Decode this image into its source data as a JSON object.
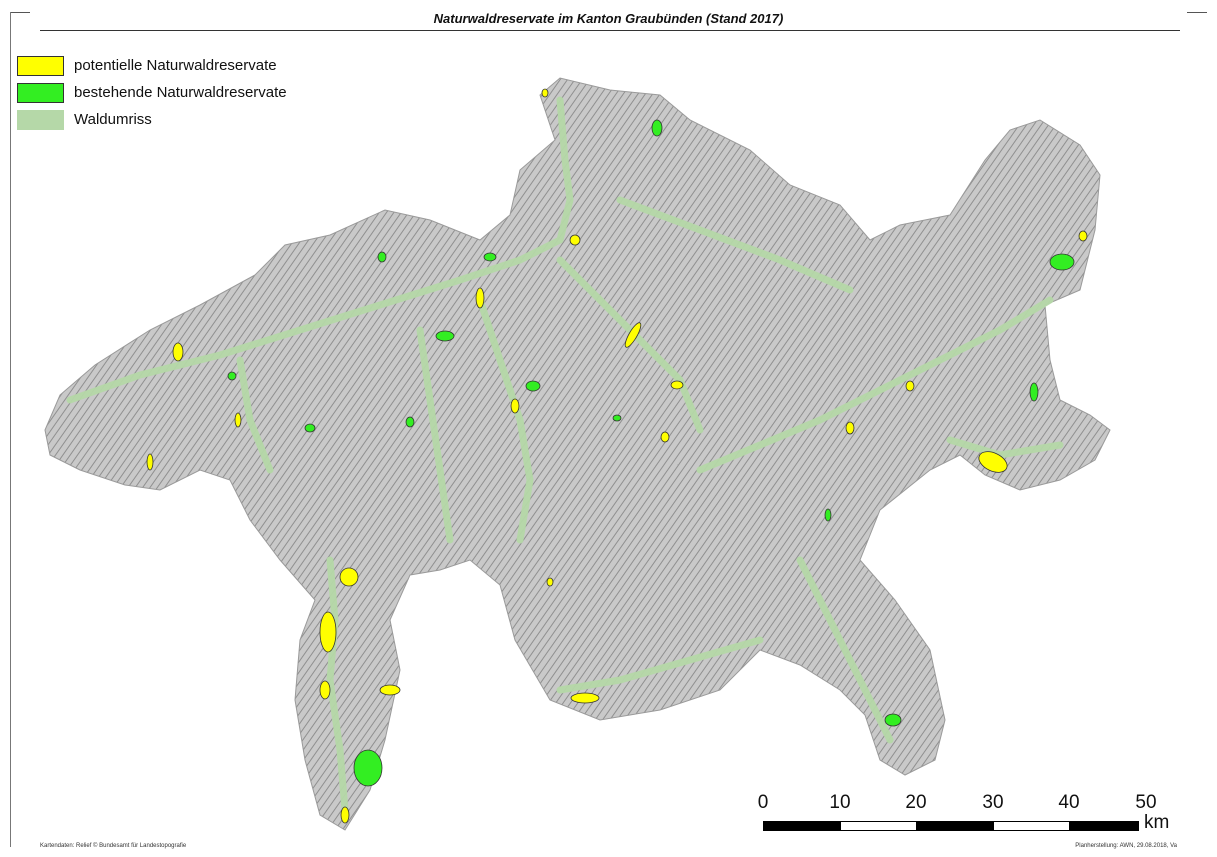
{
  "title": "Naturwaldreservate im Kanton Graubünden (Stand 2017)",
  "legend": [
    {
      "label": "potentielle Naturwaldreservate",
      "color": "#ffff00"
    },
    {
      "label": "bestehende Naturwaldreservate",
      "color": "#33ee22"
    },
    {
      "label": "Waldumriss",
      "color": "#b5d8a8"
    }
  ],
  "colors": {
    "relief": "#bdbdbd",
    "relief_dark": "#8a8a8a",
    "forest": "#b5d8a8",
    "potential": "#ffff00",
    "existing": "#33ee22"
  },
  "scale": {
    "ticks": [
      "0",
      "10",
      "20",
      "30",
      "40",
      "50"
    ],
    "unit": "km"
  },
  "footer": {
    "left": "Kartendaten:   Relief © Bundesamt für Landestopografie",
    "right": "Planherstellung: AWN, 29.08.2018, Va"
  }
}
